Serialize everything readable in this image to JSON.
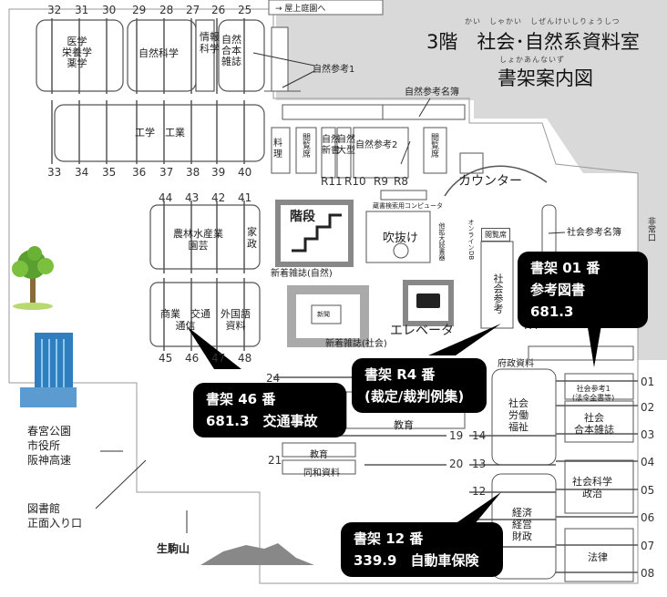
{
  "header": {
    "rooftop_link": "→ 屋上庭園へ",
    "floor_title": "3階　社会･自然系資料室",
    "floor_title_ruby": "かい　しゃかい　しぜんけいしりょうしつ",
    "guide_title": "書架案内図",
    "guide_title_ruby": "しょかあんないず"
  },
  "shelf_numbers": {
    "top_row": [
      "32",
      "31",
      "30",
      "29",
      "28",
      "27",
      "26",
      "25"
    ],
    "bottom_row": [
      "33",
      "34",
      "35",
      "36",
      "37",
      "38",
      "39",
      "40"
    ],
    "mid_top": [
      "44",
      "43",
      "42",
      "41"
    ],
    "mid_bottom": [
      "45",
      "46",
      "47",
      "48"
    ],
    "right_col": [
      "01",
      "02",
      "03",
      "04",
      "05",
      "06",
      "07",
      "08"
    ],
    "reading": [
      "R11",
      "R10",
      "R9",
      "R8"
    ],
    "r4": "R4",
    "left_lower": [
      "24",
      "21"
    ],
    "center_lower": [
      "19",
      "20",
      "14",
      "13",
      "12"
    ]
  },
  "section_labels": {
    "medicine": "医学\n栄養学\n薬学",
    "natural_science": "自然科学",
    "info_science": "情報\n科学",
    "natural_bound": "自然\n合本\n雑誌",
    "engineering": "工学　工業",
    "cooking": "料\n理",
    "reading_room1": "閲覧席",
    "natural_new": "自然\n新書",
    "natural_large": "自然\n大型",
    "natural_ref2": "自然参考2",
    "reading_room2": "閲覧席",
    "agriculture": "農林水産業\n園芸",
    "housekeeping": "家\n政",
    "commerce": "商業　交通\n通信",
    "foreign": "外国語\n資料",
    "social_ref": "社会参考",
    "gov_docs": "府政資料",
    "education1": "教育",
    "education2": "教育",
    "dowa": "同和資料",
    "labor": "社会\n労働\n福祉",
    "social_ref1": "社会参考1\n(法令全書等)",
    "social_bound": "社会\n合本雑誌",
    "social_science": "社会科学\n政治",
    "economy": "経済\n経営\n財政",
    "law": "法律",
    "reading_room3": "閲覧席",
    "shinbun": "新聞"
  },
  "facility_labels": {
    "stairs": "階段",
    "atrium": "吹抜け",
    "elevator": "エレベータ",
    "counter": "カウンター",
    "search_pc": "蔵書検索用コンピュータ",
    "new_magazines_nature": "新着雑誌(自然)",
    "new_magazines_society": "新着雑誌(社会)",
    "natural_ref1": "自然参考1",
    "natural_ref_list": "自然参考名簿",
    "social_ref_list": "社会参考名簿",
    "emergency_exit": "非常口",
    "online_db": "オンラインDB",
    "misc_tools": "他拡大読書器"
  },
  "directions": {
    "harumiya": "春宮公園\n市役所\n阪神高速",
    "entrance": "図書館\n正面入り口",
    "ikoma": "生駒山"
  },
  "callouts": [
    {
      "line1": "書架 01 番",
      "line2": "参考図書　681.3"
    },
    {
      "line1": "書架 R4 番",
      "line2": "(裁定/裁判例集)"
    },
    {
      "line1": "書架 46 番",
      "line2": "681.3　交通事故"
    },
    {
      "line1": "書架 12 番",
      "line2": "339.9　自動車保険"
    }
  ]
}
